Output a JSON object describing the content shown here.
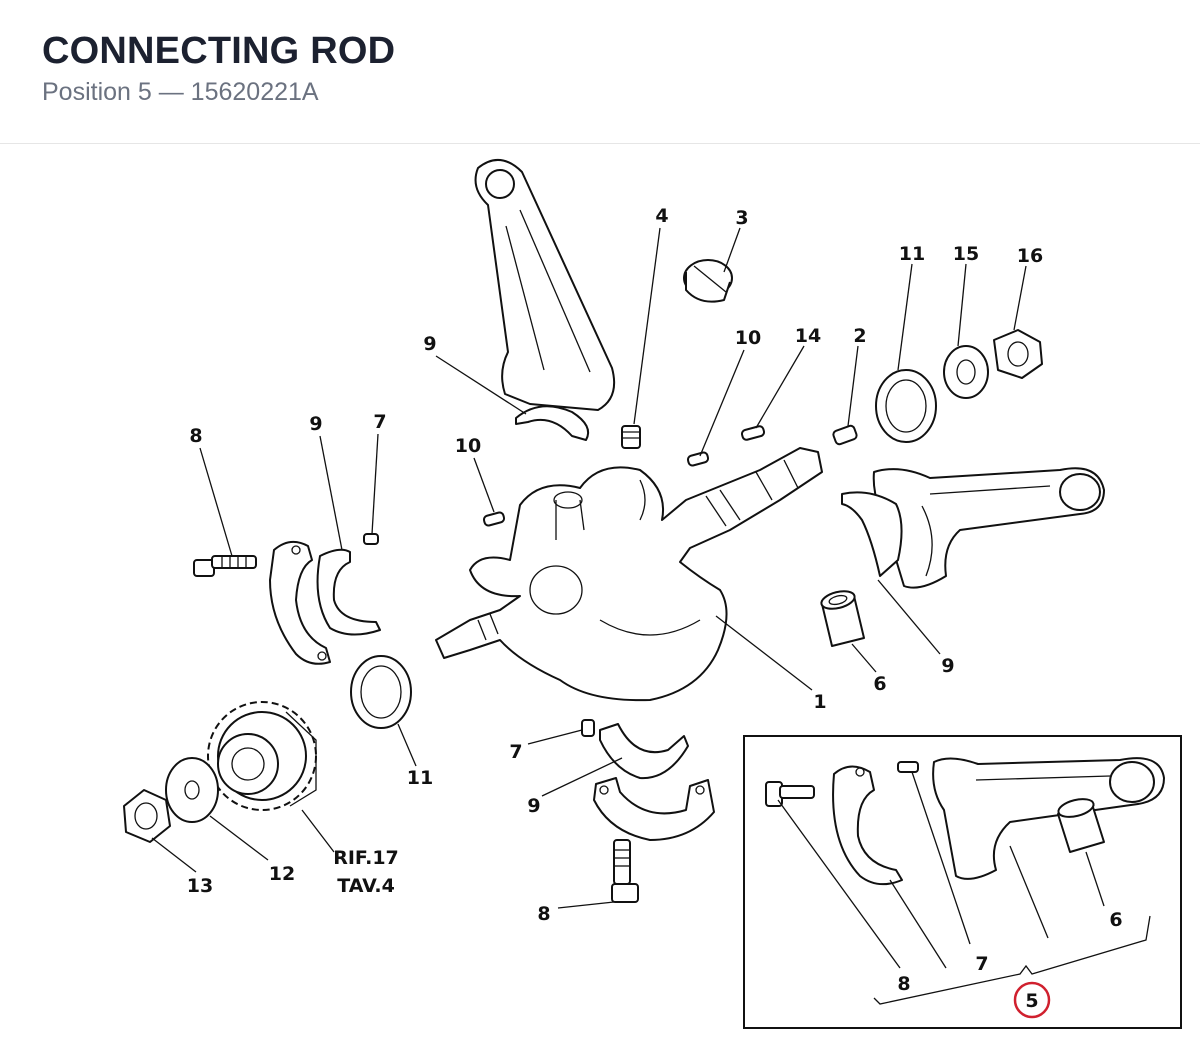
{
  "header": {
    "title": "CONNECTING ROD",
    "subtitle": "Position 5 — 15620221A"
  },
  "diagram": {
    "labels": {
      "l4": "4",
      "l3": "3",
      "l11a": "11",
      "l15": "15",
      "l16": "16",
      "l9a": "9",
      "l10a": "10",
      "l14": "14",
      "l2": "2",
      "l8a": "8",
      "l9b": "9",
      "l7a": "7",
      "l10b": "10",
      "l9c": "9",
      "l6a": "6",
      "l1": "1",
      "l11b": "11",
      "l7b": "7",
      "l9d": "9",
      "l13": "13",
      "l12": "12",
      "rif": "RIF.17",
      "tav": "TAV.4",
      "l8b": "8",
      "l6b": "6",
      "l8c": "8",
      "l7c": "7",
      "l5": "5"
    },
    "highlight_color": "#d0202e"
  }
}
